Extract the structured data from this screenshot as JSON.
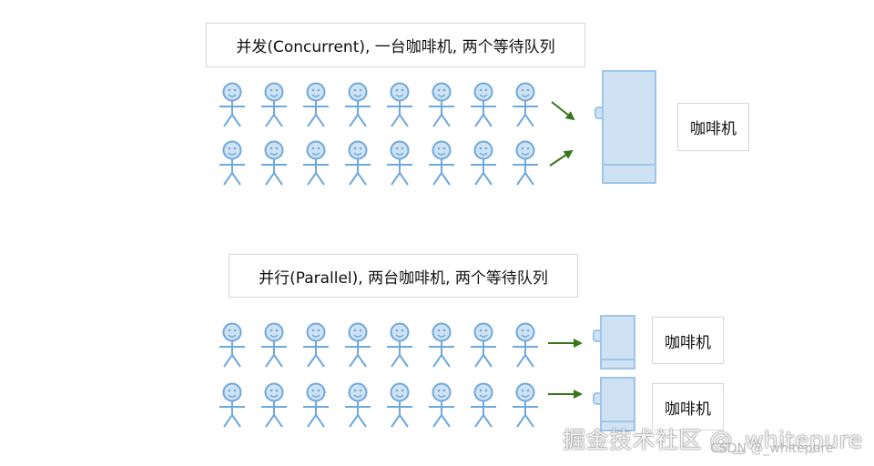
{
  "concurrent": {
    "title": "并发(Concurrent), 一台咖啡机, 两个等待队列",
    "machine_label": "咖啡机",
    "machines": 1,
    "queues": 2,
    "people_per_queue": 8
  },
  "parallel": {
    "title": "并行(Parallel), 两台咖啡机, 两个等待队列",
    "machine_labels": [
      "咖啡机",
      "咖啡机"
    ],
    "machines": 2,
    "queues": 2,
    "people_per_queue": 8
  },
  "colors": {
    "person_stroke": "#6fa8dc",
    "person_fill": "#cfe2f3",
    "machine_fill": "#cfe2f3",
    "machine_stroke": "#9fc5e8",
    "arrow": "#38761d"
  },
  "watermark": {
    "main": "掘金技术社区 @_whitepure",
    "csdn": "CSDN @_whitepure"
  }
}
